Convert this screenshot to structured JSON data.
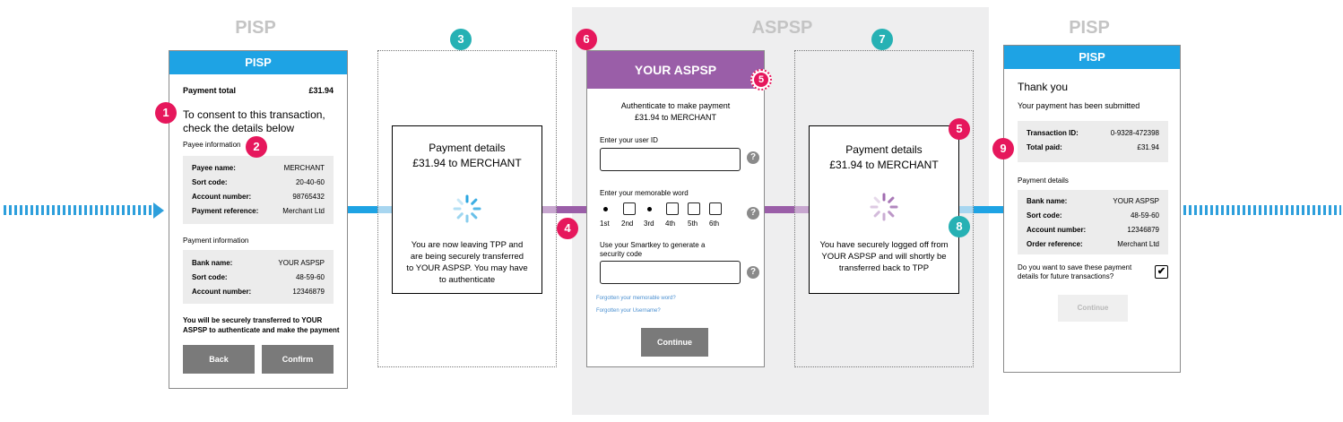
{
  "sections": {
    "left": "PISP",
    "middle": "ASPSP",
    "right": "PISP"
  },
  "colors": {
    "blue": "#1ea3e4",
    "purple": "#9a5ea8",
    "pink": "#e6175c",
    "teal": "#26b1b4"
  },
  "badges": {
    "b1": "1",
    "b2": "2",
    "b3": "3",
    "b4": "4",
    "b5a": "5",
    "b5b": "5",
    "b6": "6",
    "b7": "7",
    "b8": "8",
    "b9": "9"
  },
  "screen1": {
    "header": "PISP",
    "payment_total_label": "Payment total",
    "payment_total_value": "£31.94",
    "consent_line1": "To consent to this transaction,",
    "consent_line2": "check the details below",
    "payee_heading": "Payee information",
    "payee_rows": [
      {
        "k": "Payee name:",
        "v": "MERCHANT"
      },
      {
        "k": "Sort code:",
        "v": "20-40-60"
      },
      {
        "k": "Account number:",
        "v": "98765432"
      },
      {
        "k": "Payment reference:",
        "v": "Merchant Ltd"
      }
    ],
    "payment_heading": "Payment information",
    "payment_rows": [
      {
        "k": "Bank name:",
        "v": "YOUR ASPSP"
      },
      {
        "k": "Sort code:",
        "v": "48-59-60"
      },
      {
        "k": "Account number:",
        "v": "12346879"
      }
    ],
    "notice_line1": "You will be securely transferred to YOUR",
    "notice_line2": "ASPSP to authenticate and make the payment",
    "back_button": "Back",
    "confirm_button": "Confirm"
  },
  "screen2": {
    "title_line1": "Payment details",
    "title_line2": "£31.94 to MERCHANT",
    "msg_line1": "You are now leaving TPP and",
    "msg_line2": "are being securely transferred",
    "msg_line3": "to YOUR ASPSP. You may have",
    "msg_line4": "to authenticate"
  },
  "screen3": {
    "header": "YOUR ASPSP",
    "auth_line1": "Authenticate to make payment",
    "auth_line2": "£31.94 to MERCHANT",
    "user_id_label": "Enter your user ID",
    "memorable_label": "Enter your memorable word",
    "char_labels": [
      "1st",
      "2nd",
      "3rd",
      "4th",
      "5th",
      "6th"
    ],
    "smartkey_line1": "Use your Smartkey to generate a",
    "smartkey_line2": "security code",
    "forgot_word": "Forgotten your memorable word?",
    "forgot_user": "Forgotten your Username?",
    "continue_button": "Continue",
    "help_glyph": "?"
  },
  "screen4": {
    "title_line1": "Payment details",
    "title_line2": "£31.94 to MERCHANT",
    "msg_line1": "You have securely logged off from",
    "msg_line2": "YOUR ASPSP and will shortly be",
    "msg_line3": "transferred back to TPP"
  },
  "screen5": {
    "header": "PISP",
    "thank_you": "Thank you",
    "submitted": "Your payment has been submitted",
    "summary_rows": [
      {
        "k": "Transaction ID:",
        "v": "0-9328-472398"
      },
      {
        "k": "Total paid:",
        "v": "£31.94"
      }
    ],
    "details_heading": "Payment details",
    "detail_rows": [
      {
        "k": "Bank name:",
        "v": "YOUR ASPSP"
      },
      {
        "k": "Sort code:",
        "v": "48-59-60"
      },
      {
        "k": "Account number:",
        "v": "12346879"
      },
      {
        "k": "Order reference:",
        "v": "Merchant Ltd"
      }
    ],
    "save_line1": "Do you want to save these payment",
    "save_line2": "details for future transactions?",
    "checkbox_glyph": "✔",
    "continue_button": "Continue"
  }
}
